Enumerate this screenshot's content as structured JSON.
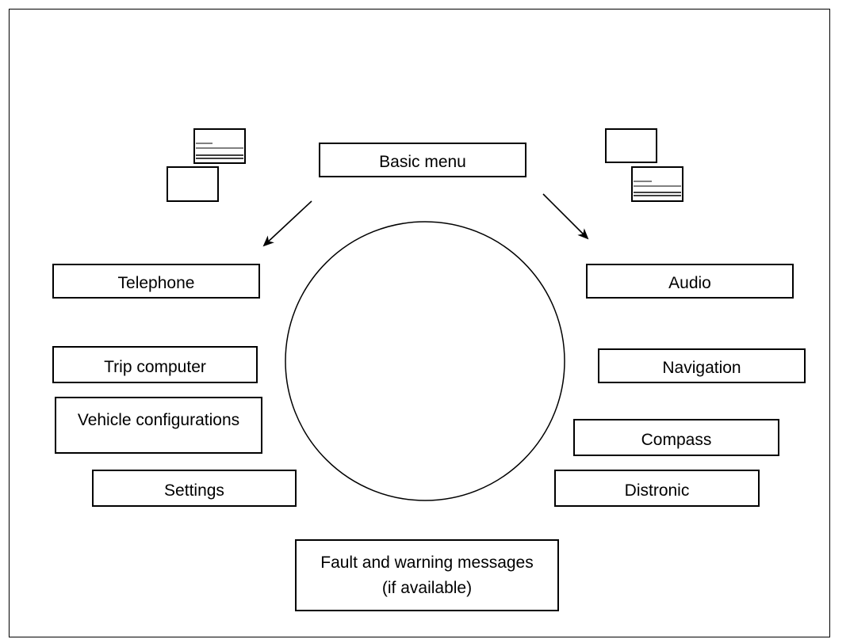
{
  "diagram": {
    "center": {
      "label": "Basic menu"
    },
    "left_items": [
      {
        "id": "telephone",
        "label": "Telephone"
      },
      {
        "id": "trip-computer",
        "label": "Trip computer"
      },
      {
        "id": "vehicle-configurations",
        "label": "Vehicle configurations"
      },
      {
        "id": "settings",
        "label": "Settings"
      }
    ],
    "right_items": [
      {
        "id": "audio",
        "label": "Audio"
      },
      {
        "id": "navigation",
        "label": "Navigation"
      },
      {
        "id": "compass",
        "label": "Compass"
      },
      {
        "id": "distronic",
        "label": "Distronic"
      }
    ],
    "bottom_item": {
      "line1": "Fault and warning messages",
      "line2": "(if available)"
    },
    "icons": {
      "left": "stacked-display-screens-icon",
      "right": "stacked-display-screens-icon"
    },
    "arrows": {
      "left": "arrow-down-left",
      "right": "arrow-down-right"
    }
  }
}
